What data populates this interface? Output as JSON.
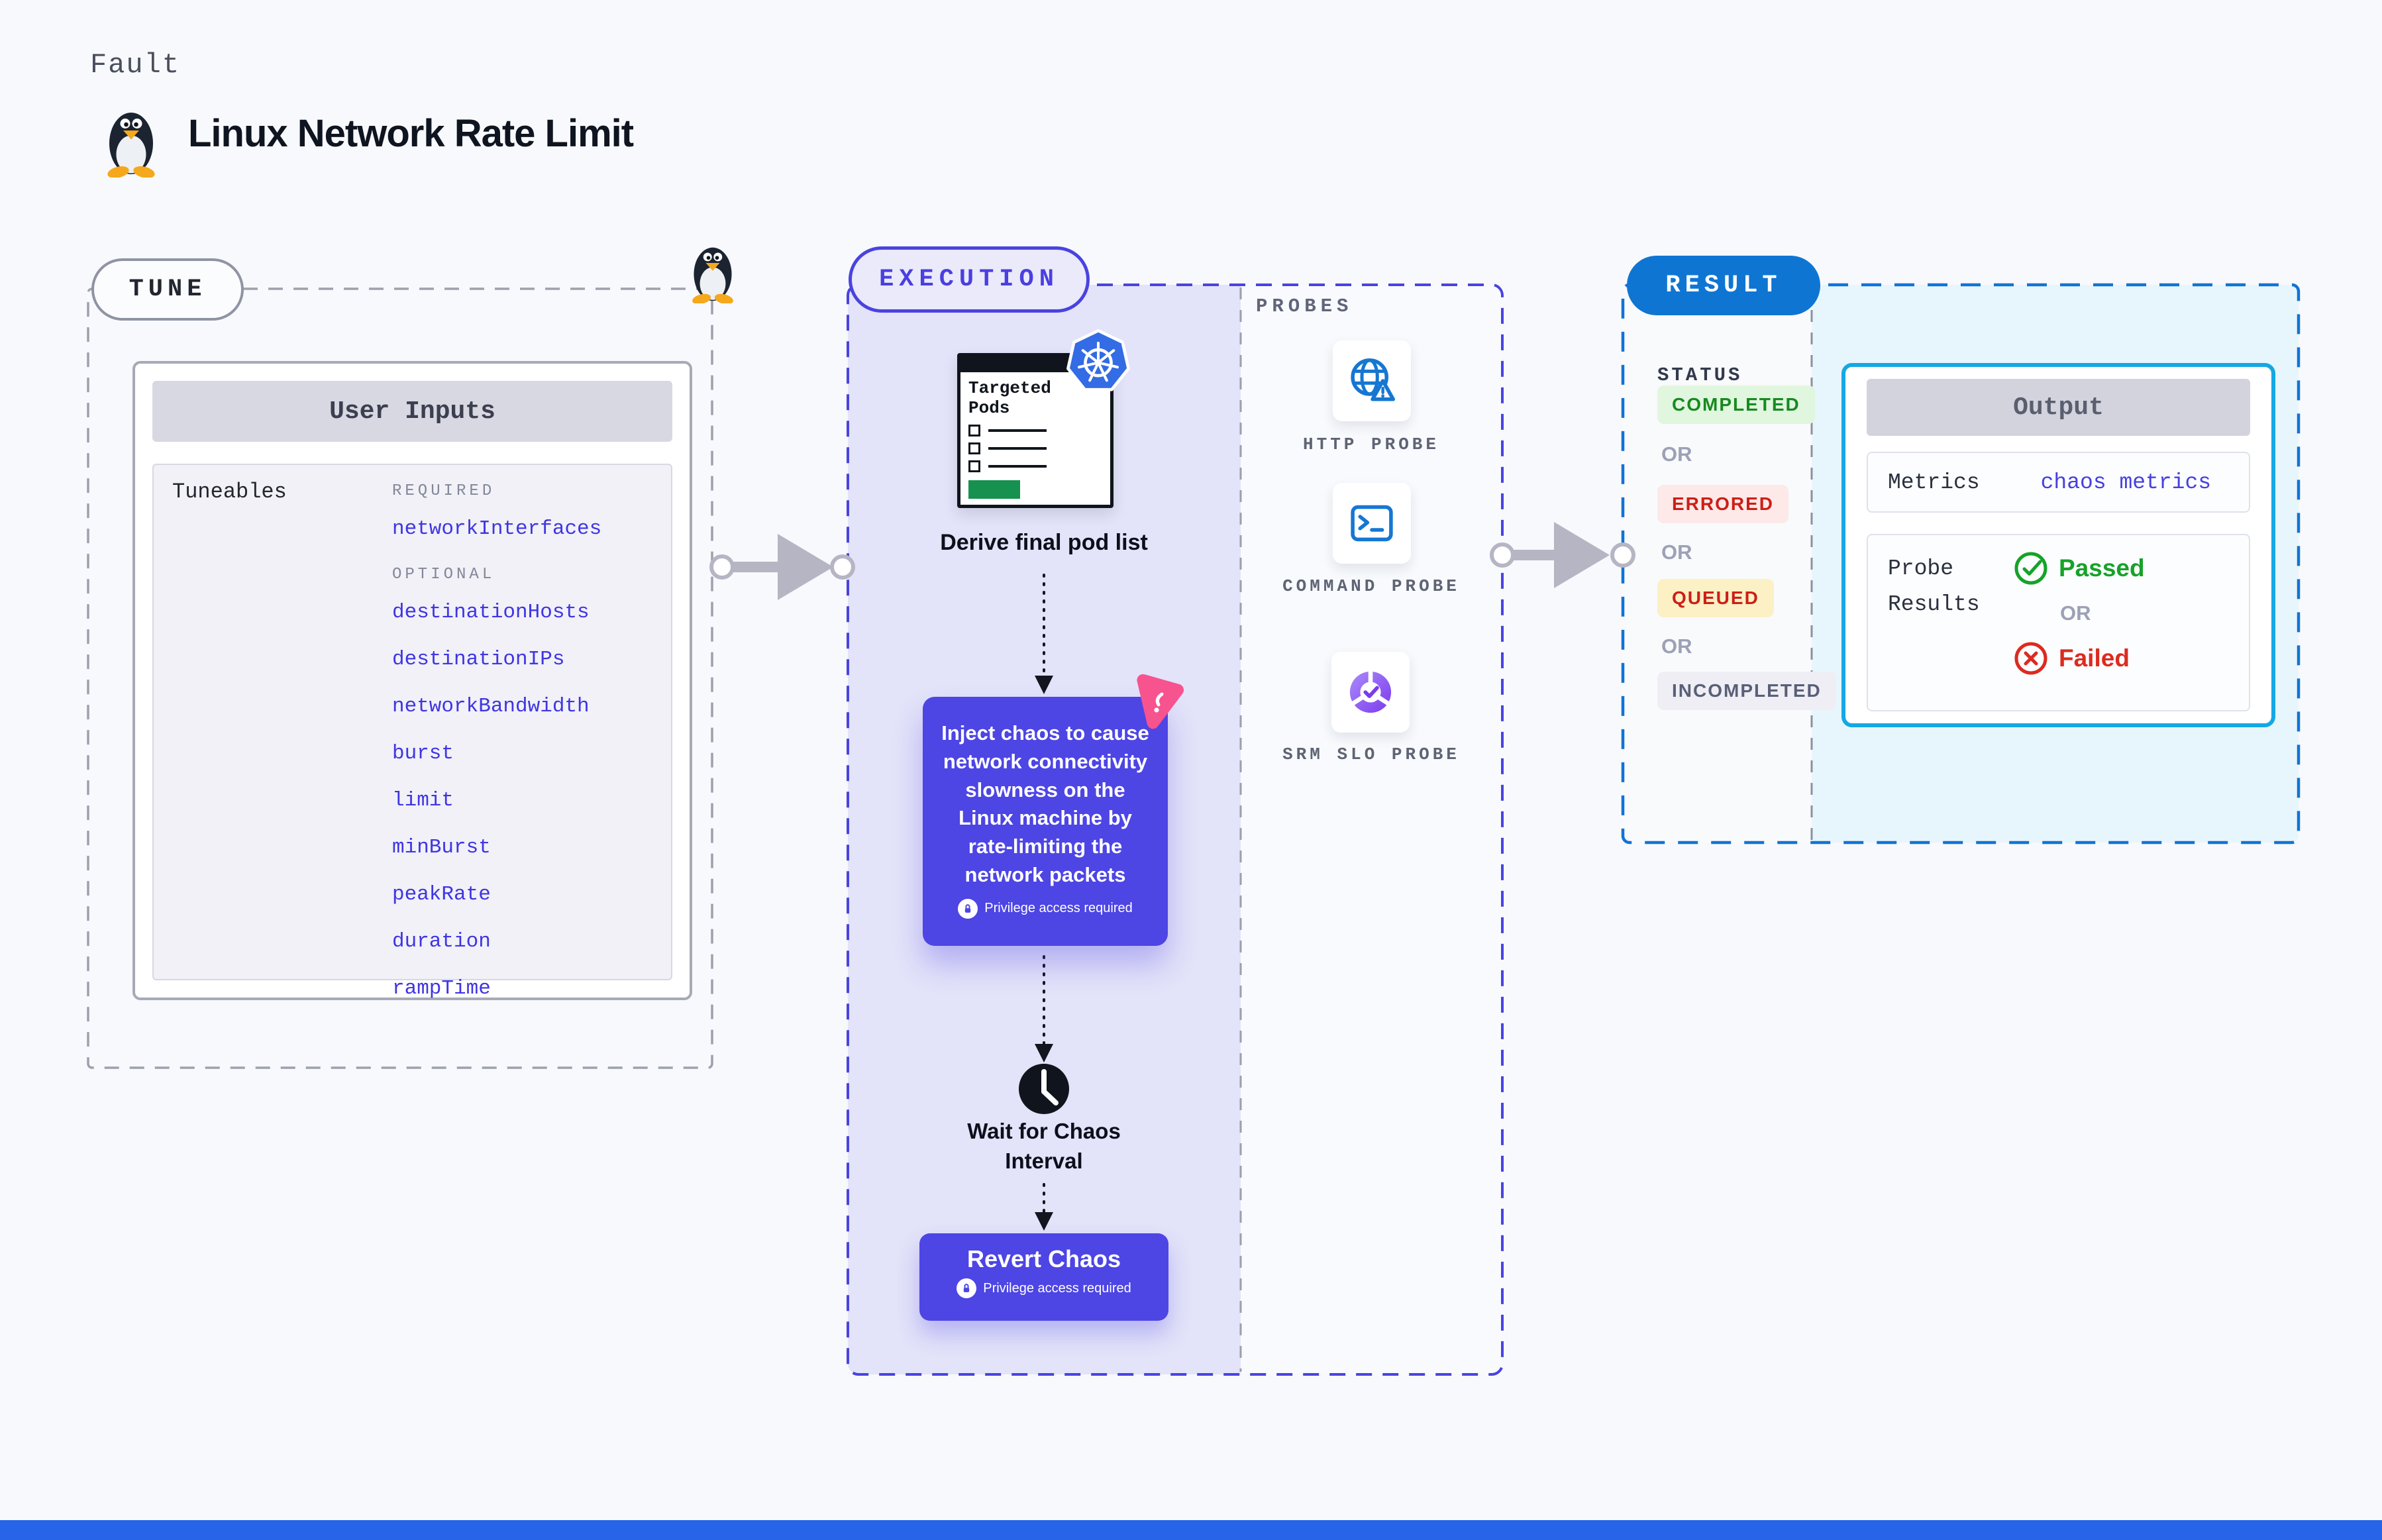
{
  "page": {
    "kicker": "Fault",
    "title": "Linux Network Rate Limit",
    "background": "#F8F9FC",
    "footer_bar_color": "#2764E8"
  },
  "tune": {
    "pill_label": "TUNE",
    "card_title": "User Inputs",
    "tuneables_label": "Tuneables",
    "required_label": "REQUIRED",
    "optional_label": "OPTIONAL",
    "required_items": [
      "networkInterfaces"
    ],
    "optional_items": [
      "destinationHosts",
      "destinationIPs",
      "networkBandwidth",
      "burst",
      "limit",
      "minBurst",
      "peakRate",
      "duration",
      "rampTime"
    ]
  },
  "execution": {
    "pill_label": "EXECUTION",
    "targeted_card_title": "Targeted Pods",
    "derive_label": "Derive final pod list",
    "inject_text": "Inject chaos to cause network connectivity slowness on the Linux machine by rate-limiting the network packets",
    "privilege_label": "Privilege access required",
    "wait_label": "Wait for Chaos Interval",
    "revert_label": "Revert Chaos"
  },
  "probes": {
    "panel_label": "PROBES",
    "items": [
      {
        "label": "HTTP PROBE",
        "icon": "http-globe-warning-icon"
      },
      {
        "label": "COMMAND PROBE",
        "icon": "command-terminal-icon"
      },
      {
        "label": "SRM SLO PROBE",
        "icon": "srm-slo-check-icon"
      }
    ]
  },
  "result": {
    "pill_label": "RESULT",
    "status_label": "STATUS",
    "or_label": "OR",
    "statuses": [
      {
        "label": "COMPLETED",
        "text_color": "#178A20",
        "bg_color": "#E1F6DE"
      },
      {
        "label": "ERRORED",
        "text_color": "#CB1F17",
        "bg_color": "#FCE9E8"
      },
      {
        "label": "QUEUED",
        "text_color": "#CB1F17",
        "bg_color": "#FCF0C5"
      },
      {
        "label": "INCOMPLETED",
        "text_color": "#5A5F78",
        "bg_color": "#EEEEF4"
      }
    ],
    "output": {
      "title": "Output",
      "metrics_label": "Metrics",
      "metrics_value": "chaos metrics",
      "probe_results_label": "Probe Results",
      "passed_label": "Passed",
      "failed_label": "Failed",
      "passed_color": "#16A229",
      "failed_color": "#DC2B1F"
    }
  },
  "colors": {
    "indigo_accent": "#4A43DF",
    "inject_box": "#4D45E4",
    "execution_bg": "#E3E3F9",
    "result_blue": "#0F75D3",
    "result_panel_bg": "#E7F6FD",
    "output_border": "#14A8E4",
    "probe_icon_blue": "#1677D2",
    "kubernetes_blue": "#336CE4",
    "litmus_pink": "#F7538F",
    "tux_orange": "#F5A81C",
    "arrow_gray": "#B5B5C4",
    "green_progress": "#169150"
  }
}
